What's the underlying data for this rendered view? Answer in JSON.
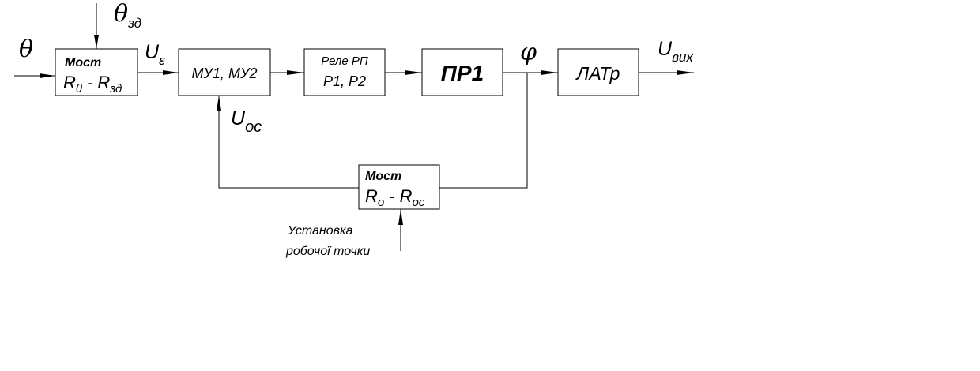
{
  "diagram": {
    "inputs": {
      "theta": "θ",
      "theta_set": {
        "main": "θ",
        "sub": "зд"
      },
      "calibration_label": [
        "Установка",
        "робочої точки"
      ]
    },
    "signals": {
      "u_eps": {
        "main": "U",
        "sub": "ε"
      },
      "phi": "φ",
      "u_out": {
        "main": "U",
        "sub": "вих"
      },
      "u_fb": {
        "main": "U",
        "sub": "ос"
      }
    },
    "blocks": {
      "bridge1": {
        "title": "Мост",
        "r1": "R",
        "r1_sub": "θ",
        "dash": "-",
        "r2": "R",
        "r2_sub": "зд"
      },
      "amplifier": {
        "label": "МУ1, МУ2"
      },
      "relay": {
        "title": "Реле РП",
        "label": "Р1, Р2"
      },
      "pr1": {
        "label": "ПР1"
      },
      "latr": {
        "label": "ЛАТр"
      },
      "bridge2": {
        "title": "Мост",
        "r1": "R",
        "r1_sub": "о",
        "dash": "-",
        "r2": "R",
        "r2_sub": "ос"
      }
    }
  }
}
